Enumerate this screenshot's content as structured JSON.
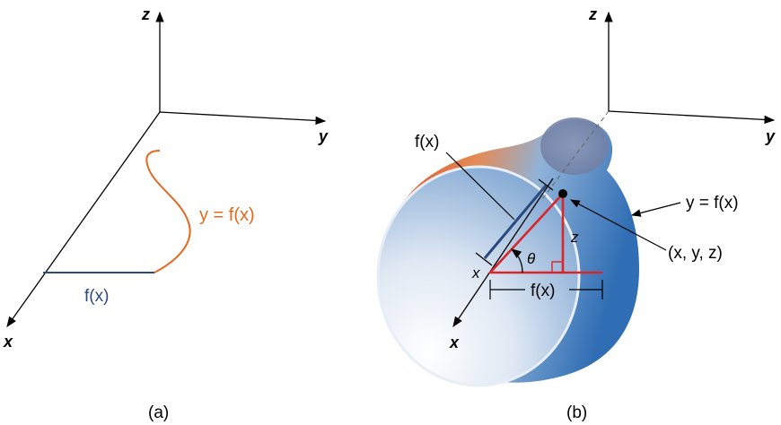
{
  "colors": {
    "axis": "#000000",
    "curve": "#e06a1e",
    "radius": "#2a4a7f",
    "triangle": "#d9262b",
    "label_f": "#2a4a7f",
    "label_curve": "#e06a1e"
  },
  "panel_a": {
    "axis_z": "z",
    "axis_y": "y",
    "axis_x": "x",
    "curve_label": "y = f(x)",
    "radius_label": "f(x)",
    "caption": "(a)"
  },
  "panel_b": {
    "axis_z": "z",
    "axis_y": "y",
    "axis_x": "x",
    "radius_label": "f(x)",
    "curve_label": "y = f(x)",
    "point_label": "(x, y, z)",
    "z_label": "z",
    "theta_label": "θ",
    "x_label": "x",
    "base_label": "f(x)",
    "caption": "(b)"
  }
}
